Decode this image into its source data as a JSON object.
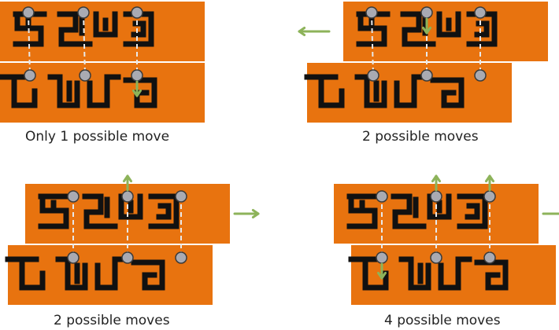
{
  "colors": {
    "board": "#E8730F",
    "maze": "#111111",
    "peg_fill": "#A9AAB2",
    "peg_stroke": "#3A3A3A",
    "dash": "#E8E8E8",
    "arrow": "#8DB35A",
    "text": "#222222",
    "background": "#FFFFFF"
  },
  "panels": [
    {
      "caption": "Only 1 possible move",
      "board_shift": "none",
      "moves": [
        {
          "column": 3,
          "row": "bottom",
          "direction": "down"
        }
      ]
    },
    {
      "caption": "2 possible moves",
      "board_shift": "left",
      "moves": [
        {
          "column": 2,
          "row": "top",
          "direction": "down"
        }
      ]
    },
    {
      "caption": "2 possible moves",
      "board_shift": "right",
      "moves": [
        {
          "column": 2,
          "row": "top",
          "direction": "up"
        }
      ]
    },
    {
      "caption": "4 possible moves",
      "board_shift": "right",
      "moves": [
        {
          "column": 1,
          "row": "bottom",
          "direction": "down"
        },
        {
          "column": 2,
          "row": "top",
          "direction": "up"
        },
        {
          "column": 3,
          "row": "top",
          "direction": "up"
        }
      ]
    }
  ]
}
